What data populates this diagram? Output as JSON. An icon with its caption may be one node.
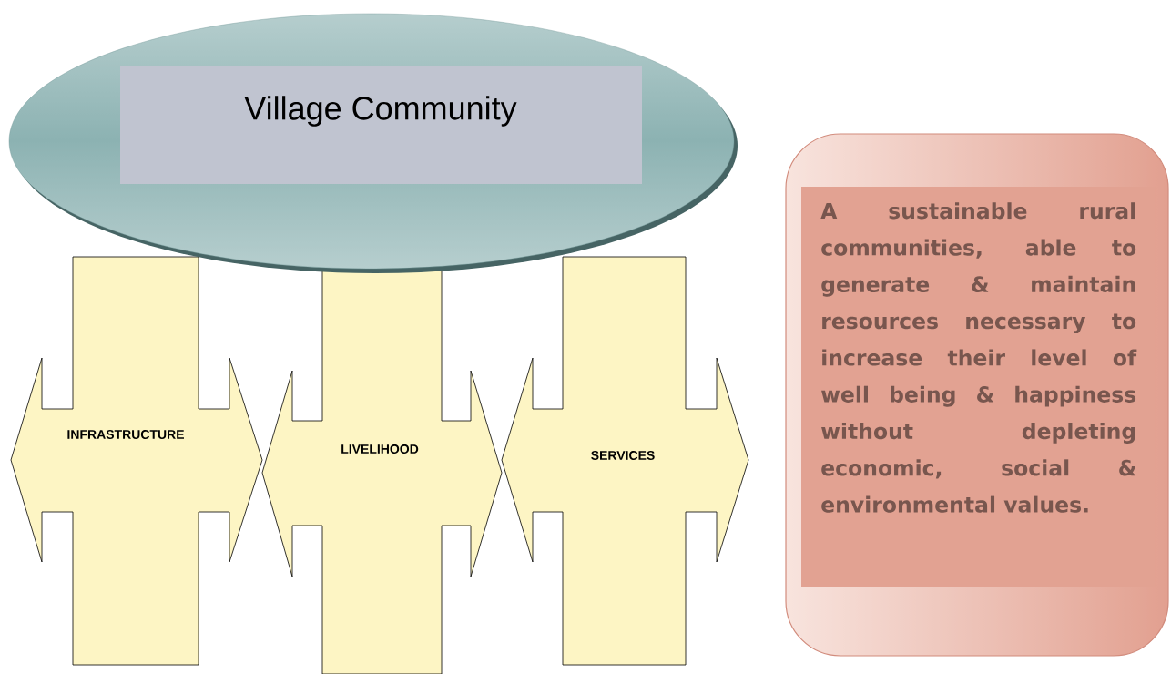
{
  "diagram": {
    "nodes": [
      {
        "text": [
          "Village Community"
        ]
      },
      {
        "text": [
          "INFRASTRUCTURE"
        ]
      },
      {
        "text": [
          "LIVELIHOOD"
        ]
      },
      {
        "text": [
          "SERVICES"
        ]
      },
      {
        "text": [
          "A sustainable rural communities, able to generate & maintain resources necessary to increase their level of well being & happiness without depleting economic, social & environmental values."
        ]
      }
    ]
  }
}
